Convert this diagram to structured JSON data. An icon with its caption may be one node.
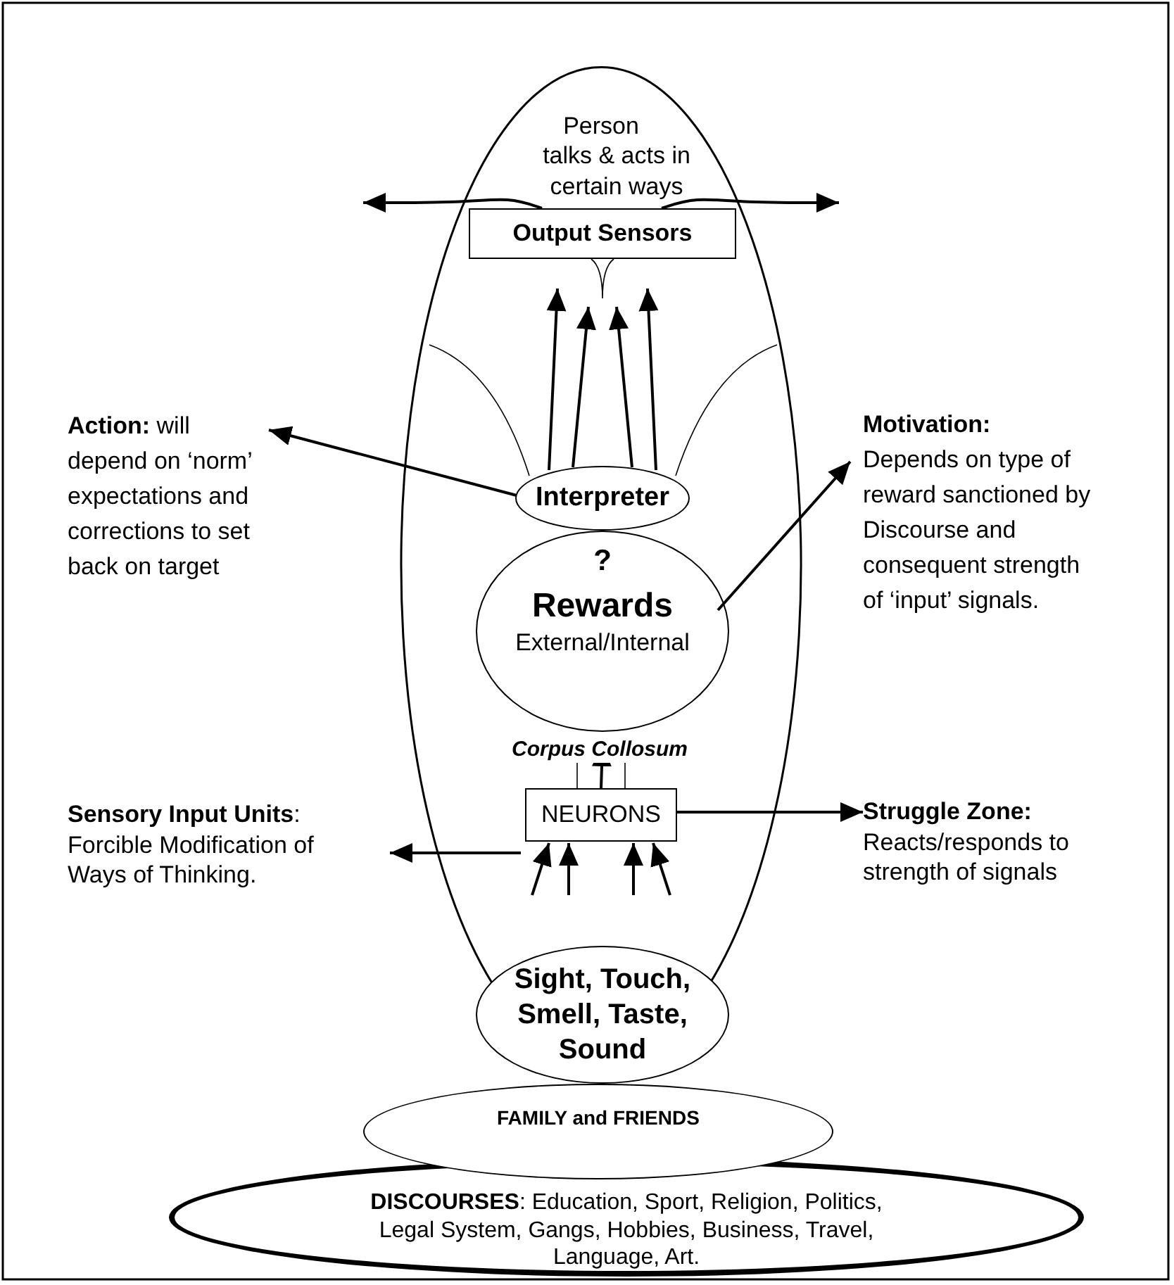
{
  "diagram": {
    "nodes": [
      {
        "text": [
          "Person",
          "talks & acts in certain ways"
        ]
      },
      {
        "text": [
          "Output Sensors"
        ],
        "in": 0
      },
      {
        "text": [
          "Interpreter"
        ],
        "in": 0
      },
      {
        "text": [
          "?",
          "Rewards",
          "External/Internal"
        ],
        "in": 0
      },
      {
        "text": [
          "NEURONS"
        ],
        "in": 0
      },
      {
        "text": [
          "Sight, Touch, Smell, Taste, Sound"
        ]
      },
      {
        "text": [
          "FAMILY and FRIENDS"
        ]
      },
      {
        "text": [
          "**DISCOURSES**: Education, Sport, Religion, Politics, Legal System, Gangs, Hobbies, Business, Travel, Language, Art."
        ]
      },
      {
        "text": [
          "**Action:** will depend on ‘norm’ expectations and corrections to set back on target"
        ]
      },
      {
        "text": [
          "Motivation:",
          "Depends on type of reward sanctioned by Discourse and consequent strength of ‘input’ signals."
        ]
      },
      {
        "text": [
          "**Sensory Input Units**: Forcible Modification of Ways of Thinking."
        ]
      },
      {
        "text": [
          "Struggle Zone:",
          "Reacts/responds to strength of signals"
        ]
      }
    ],
    "edges": [
      {
        "from": 2,
        "to": 8,
        "arrow": "to"
      },
      {
        "from": 3,
        "to": 9,
        "arrow": "to"
      },
      {
        "from": 2,
        "to": 1,
        "arrow": "to"
      },
      {
        "from": 2,
        "to": 1,
        "arrow": "to"
      },
      {
        "from": 2,
        "to": 1,
        "arrow": "to"
      },
      {
        "from": 2,
        "to": 1,
        "arrow": "to"
      },
      {
        "from": 1,
        "to": null,
        "arrow": "to"
      },
      {
        "from": 1,
        "to": null,
        "arrow": "to"
      },
      {
        "from": 4,
        "to": 3,
        "arrow": "to",
        "label": "Corpus Collosum"
      },
      {
        "from": 4,
        "to": 3,
        "arrow": "none"
      },
      {
        "from": 4,
        "to": 3,
        "arrow": "none"
      },
      {
        "from": 4,
        "to": 11,
        "arrow": "to"
      },
      {
        "from": 4,
        "to": 10,
        "arrow": "to"
      },
      {
        "from": null,
        "to": 4,
        "arrow": "to"
      },
      {
        "from": null,
        "to": 4,
        "arrow": "to"
      },
      {
        "from": null,
        "to": 4,
        "arrow": "to"
      },
      {
        "from": null,
        "to": 4,
        "arrow": "to"
      }
    ]
  }
}
